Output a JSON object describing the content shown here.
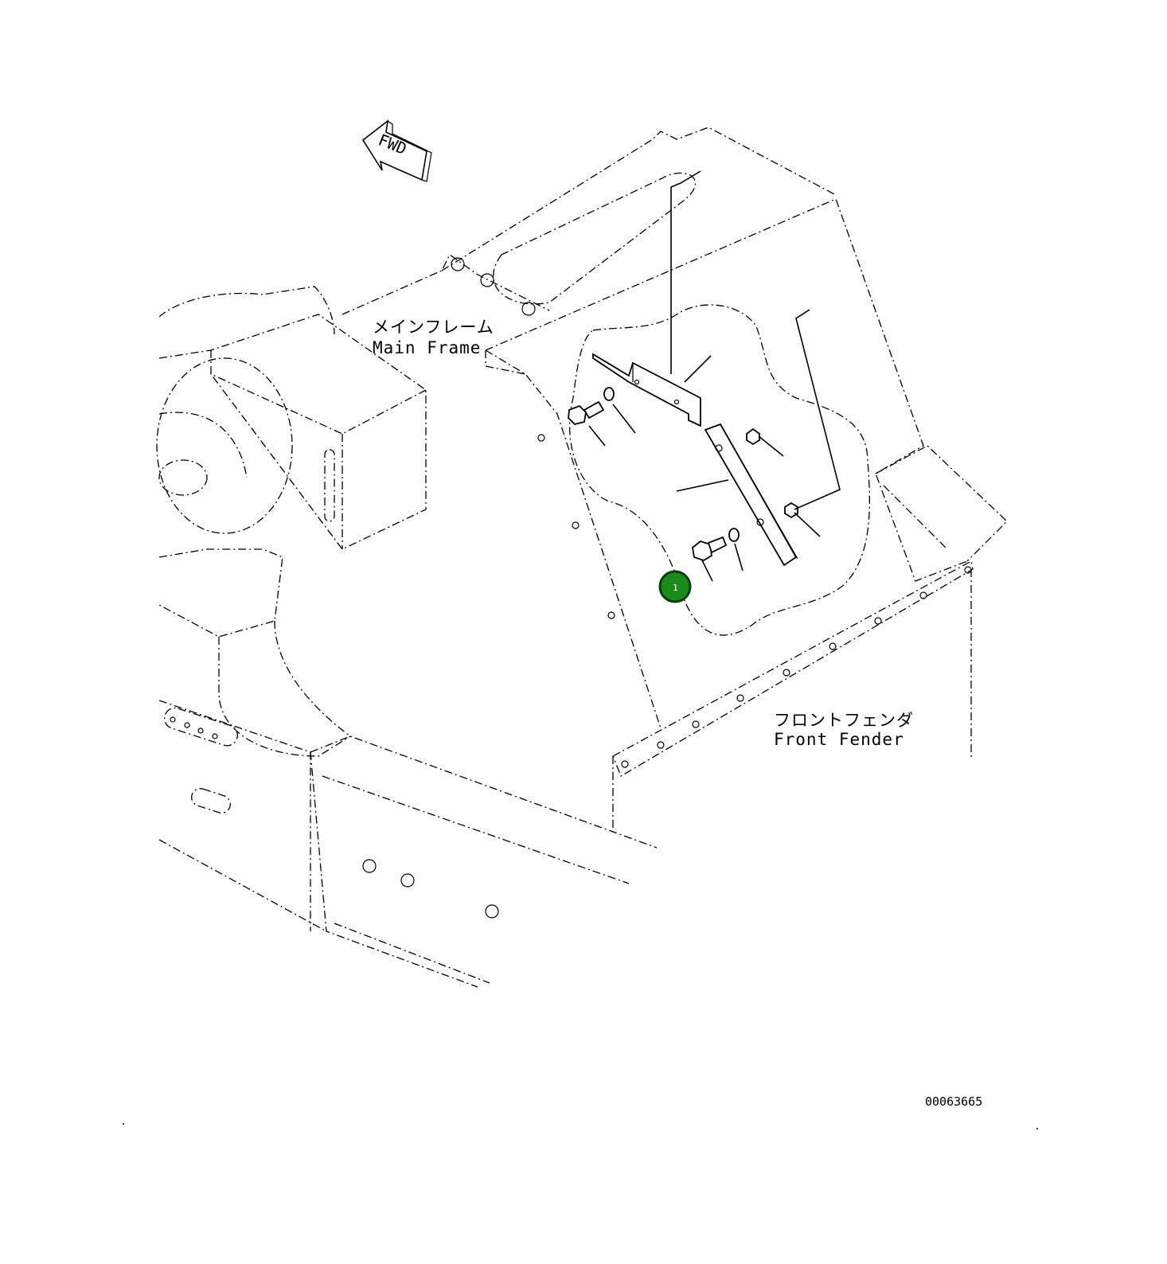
{
  "labels": {
    "fwd": "FWD",
    "main_frame_jp": "メインフレーム",
    "main_frame_en": "Main Frame",
    "front_fender_jp": "フロントフェンダ",
    "front_fender_en": "Front Fender",
    "drawing_number": "00063665"
  },
  "callouts": [
    {
      "number": "1",
      "color": "#1a8a1a"
    }
  ],
  "colors": {
    "line": "#000000",
    "background": "#ffffff",
    "callout_fill": "#1a8a1a",
    "callout_ring": "#0b3d0b"
  }
}
